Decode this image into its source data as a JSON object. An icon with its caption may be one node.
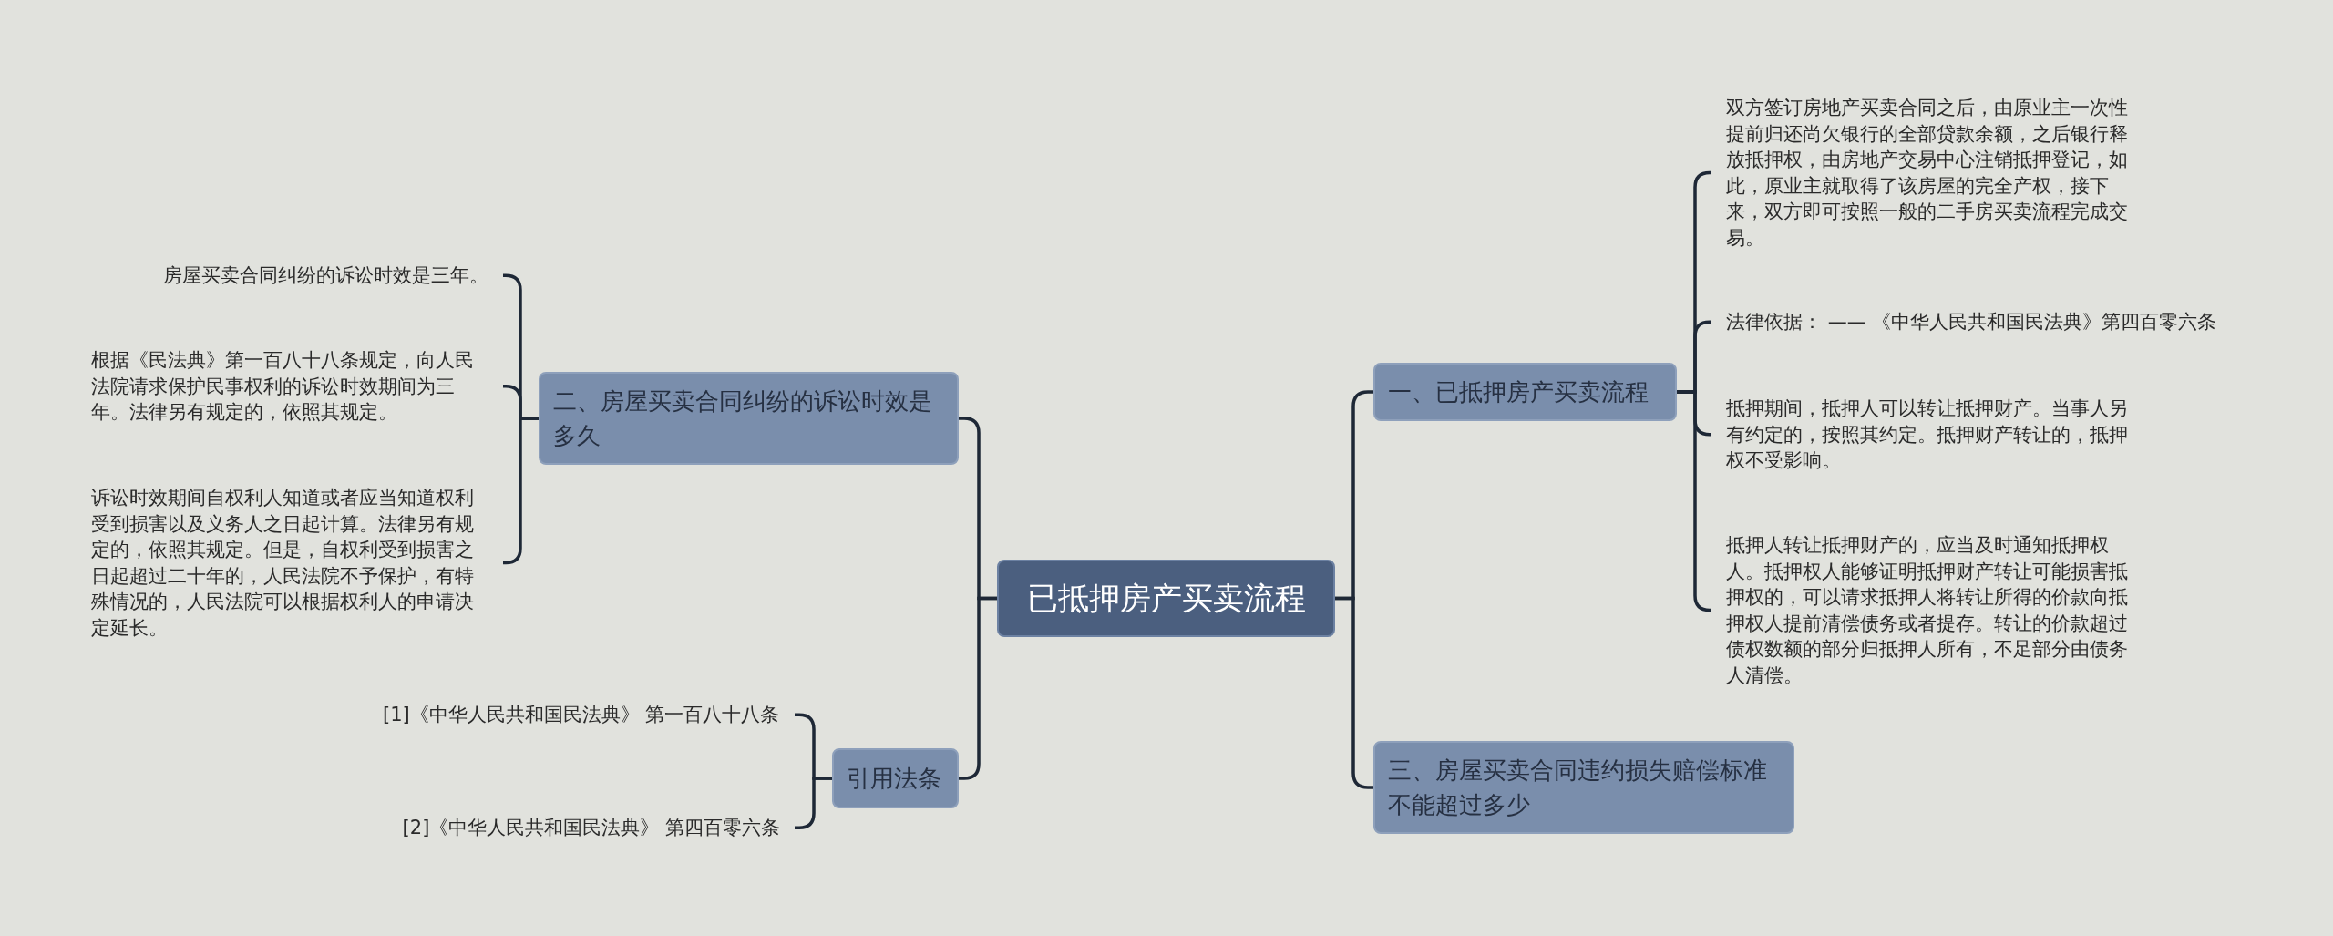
{
  "diagram": {
    "nodes": [
      {
        "text": [
          "已抵押房产买卖流程"
        ]
      },
      {
        "text": [
          "二、房屋买卖合同纠纷的诉讼时效是多久"
        ]
      },
      {
        "text": [
          "房屋买卖合同纠纷的诉讼时效是三年。"
        ]
      },
      {
        "text": [
          "根据《民法典》第一百八十八条规定，向人民法院请求保护民事权利的诉讼时效期间为三年。法律另有规定的，依照其规定。"
        ]
      },
      {
        "text": [
          "诉讼时效期间自权利人知道或者应当知道权利受到损害以及义务人之日起计算。法律另有规定的，依照其规定。但是，自权利受到损害之日起超过二十年的，人民法院不予保护，有特殊情况的，人民法院可以根据权利人的申请决定延长。"
        ]
      },
      {
        "text": [
          "引用法条"
        ]
      },
      {
        "text": [
          "[1]《中华人民共和国民法典》 第一百八十八条"
        ]
      },
      {
        "text": [
          "[2]《中华人民共和国民法典》 第四百零六条"
        ]
      },
      {
        "text": [
          "一、已抵押房产买卖流程"
        ]
      },
      {
        "text": [
          "双方签订房地产买卖合同之后，由原业主一次性提前归还尚欠银行的全部贷款余额，之后银行释放抵押权，由房地产交易中心注销抵押登记，如此，原业主就取得了该房屋的完全产权，接下来，双方即可按照一般的二手房买卖流程完成交易。"
        ]
      },
      {
        "text": [
          "法律依据： —— 《中华人民共和国民法典》第四百零六条"
        ]
      },
      {
        "text": [
          "抵押期间，抵押人可以转让抵押财产。当事人另有约定的，按照其约定。抵押财产转让的，抵押权不受影响。"
        ]
      },
      {
        "text": [
          "抵押人转让抵押财产的，应当及时通知抵押权人。抵押权人能够证明抵押财产转让可能损害抵押权的，可以请求抵押人将转让所得的价款向抵押权人提前清偿债务或者提存。转让的价款超过债权数额的部分归抵押人所有，不足部分由债务人清偿。"
        ]
      },
      {
        "text": [
          "三、房屋买卖合同违约损失赔偿标准不能超过多少"
        ]
      }
    ],
    "edges": [
      {
        "from": 0,
        "to": 1,
        "arrow": "none"
      },
      {
        "from": 1,
        "to": 2,
        "arrow": "none"
      },
      {
        "from": 1,
        "to": 3,
        "arrow": "none"
      },
      {
        "from": 1,
        "to": 4,
        "arrow": "none"
      },
      {
        "from": 0,
        "to": 5,
        "arrow": "none"
      },
      {
        "from": 5,
        "to": 6,
        "arrow": "none"
      },
      {
        "from": 5,
        "to": 7,
        "arrow": "none"
      },
      {
        "from": 0,
        "to": 8,
        "arrow": "none"
      },
      {
        "from": 8,
        "to": 9,
        "arrow": "none"
      },
      {
        "from": 8,
        "to": 10,
        "arrow": "none"
      },
      {
        "from": 8,
        "to": 11,
        "arrow": "none"
      },
      {
        "from": 8,
        "to": 12,
        "arrow": "none"
      },
      {
        "from": 0,
        "to": 13,
        "arrow": "none"
      }
    ]
  }
}
